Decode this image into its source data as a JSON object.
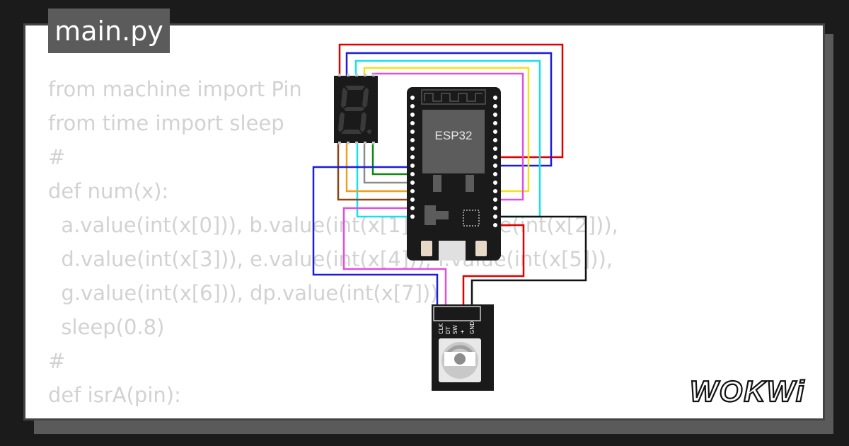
{
  "tab": {
    "filename": "main.py"
  },
  "code": {
    "lines": [
      "from machine import Pin",
      "from time import sleep",
      "#",
      "def num(x):",
      "  a.value(int(x[0])), b.value(int(x[1])), c.value(int(x[2])),",
      "  d.value(int(x[3])), e.value(int(x[4])), f.value(int(x[5])),",
      "  g.value(int(x[6])), dp.value(int(x[7]))",
      "  sleep(0.8)",
      "#",
      "def isrA(pin):"
    ]
  },
  "esp32": {
    "label": "ESP32"
  },
  "encoder": {
    "pins": [
      "CLK",
      "DT",
      "SW",
      "+",
      "GND"
    ]
  },
  "brand": {
    "logo_text": "WOKWi"
  },
  "colors": {
    "red": "#e00000",
    "blue": "#1c1cdc",
    "cyan": "#19e0f0",
    "yellow": "#f2e21a",
    "magenta": "#e050e0",
    "green": "#118811",
    "gray": "#8c8c8c",
    "orange": "#f0a020",
    "brown": "#8b4513",
    "black": "#111111"
  }
}
